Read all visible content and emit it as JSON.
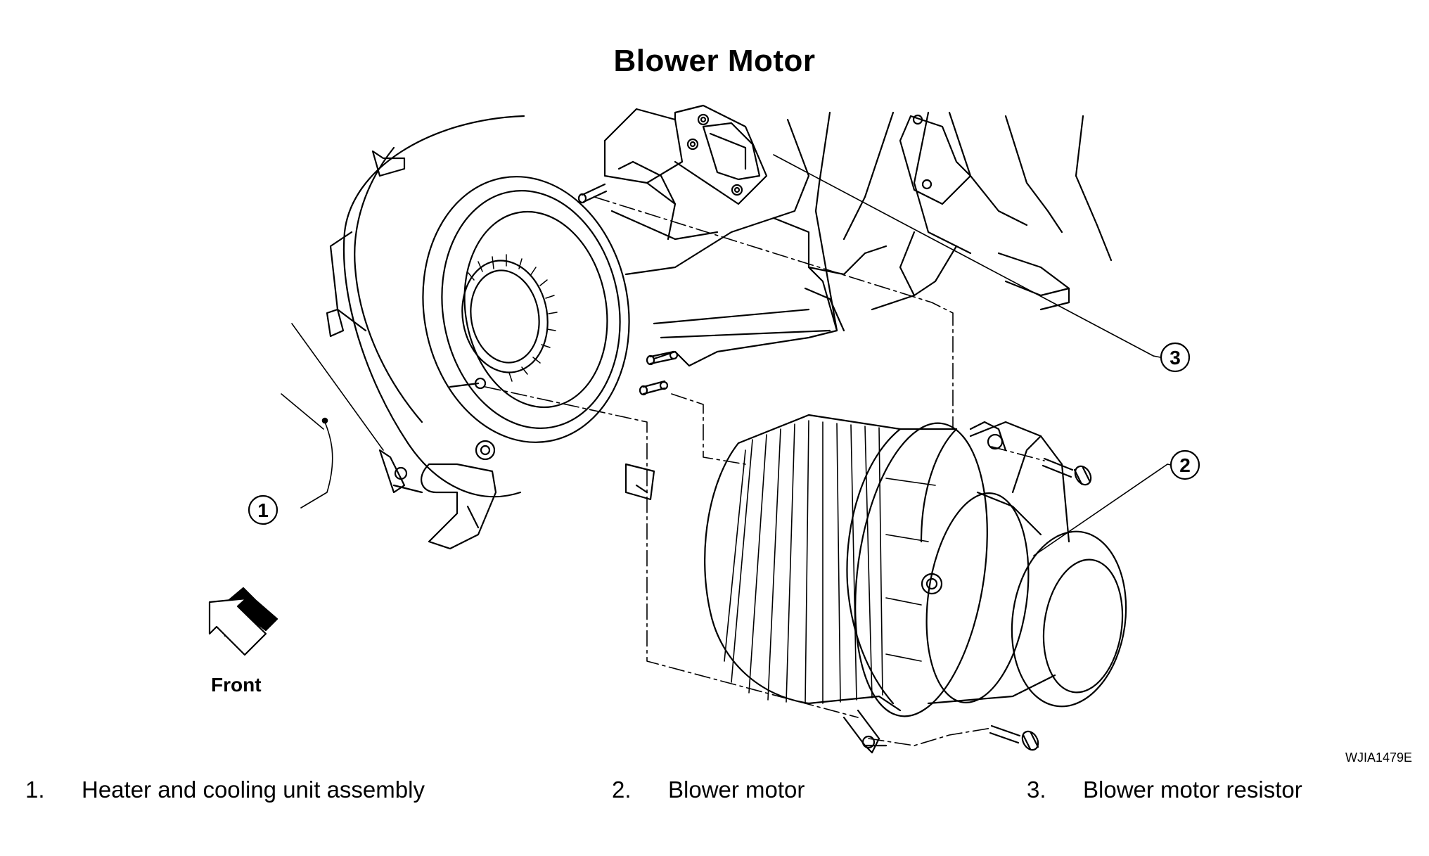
{
  "title": "Blower Motor",
  "front_label": "Front",
  "ref_code": "WJIA1479E",
  "callouts": [
    "1",
    "2",
    "3"
  ],
  "legend": [
    {
      "num": "1.",
      "label": "Heater and cooling unit assembly"
    },
    {
      "num": "2.",
      "label": "Blower motor"
    },
    {
      "num": "3.",
      "label": "Blower motor resistor"
    }
  ],
  "icons": {
    "front_arrow": "front-direction-arrow-icon"
  }
}
